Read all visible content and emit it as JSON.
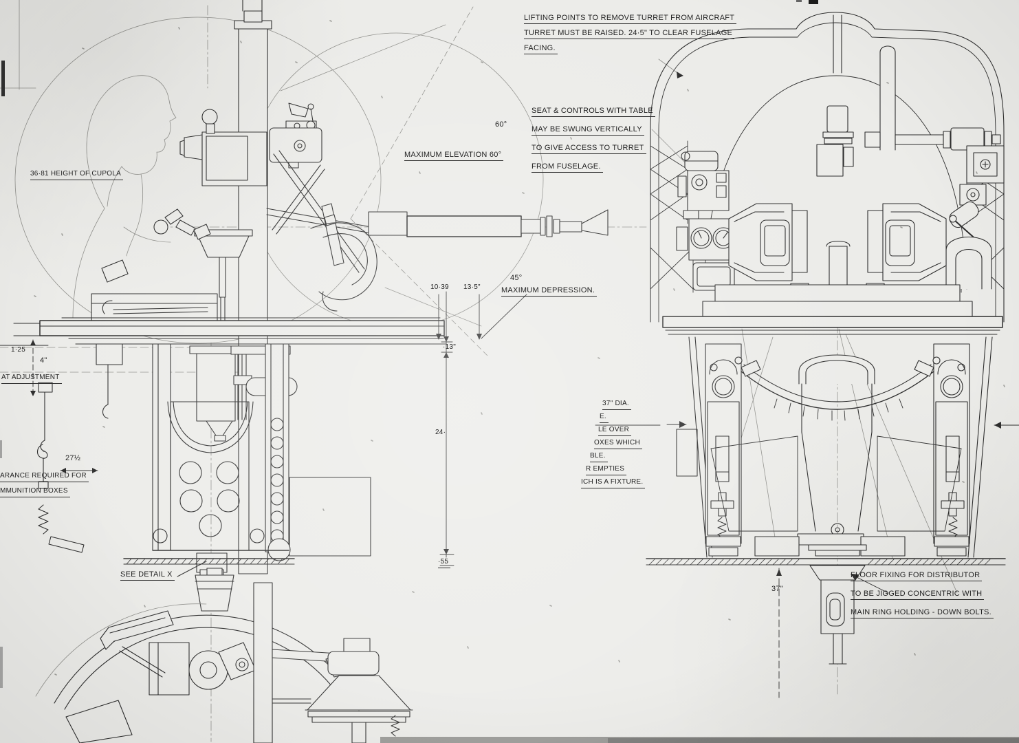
{
  "drawing": {
    "kind": "engineering blueprint",
    "subject": "aircraft gun turret installation - side elevation, front elevation and plan detail"
  },
  "annotations": {
    "lifting_note": [
      "LIFTING POINTS TO REMOVE TURRET FROM AIRCRAFT",
      "TURRET MUST BE RAISED. 24·5\" TO CLEAR FUSELAGE",
      "FACING."
    ],
    "seat_note": [
      "SEAT & CONTROLS WITH TABLE",
      "MAY BE SWUNG VERTICALLY",
      "TO GIVE ACCESS TO TURRET",
      "FROM FUSELAGE."
    ],
    "max_elevation": "MAXIMUM ELEVATION 60°",
    "angle_60": "60°",
    "cupola_height": "36·81 HEIGHT OF CUPOLA",
    "dim_10_39": "10·39",
    "dim_13_5": "13·5\"",
    "angle_45": "45°",
    "max_depression": "MAXIMUM DEPRESSION.",
    "dim_1_25": "1·25",
    "dim_4": "4\"",
    "seat_adjustment": "AT ADJUSTMENT",
    "dim_27_5": "27½",
    "clearance_note": [
      "ARANCE REQUIRED FOR",
      "MMUNITION BOXES"
    ],
    "see_detail": "SEE DETAIL X",
    "dim_13": "·13\"",
    "dim_24": "24·",
    "dim_55": "·55",
    "fixture_note": [
      "37\" DIA.",
      "E.",
      "LE OVER",
      "OXES WHICH",
      "BLE.",
      "R EMPTIES",
      "ICH IS A FIXTURE."
    ],
    "floor_note": [
      "FLOOR FIXING FOR DISTRIBUTOR",
      "TO BE JIGGED CONCENTRIC WITH",
      "MAIN RING HOLDING - DOWN BOLTS."
    ],
    "dim_37": "37\""
  },
  "colors": {
    "paper": "#ecece9",
    "ink": "#2e2e2e",
    "faded_ink": "#90908c"
  }
}
